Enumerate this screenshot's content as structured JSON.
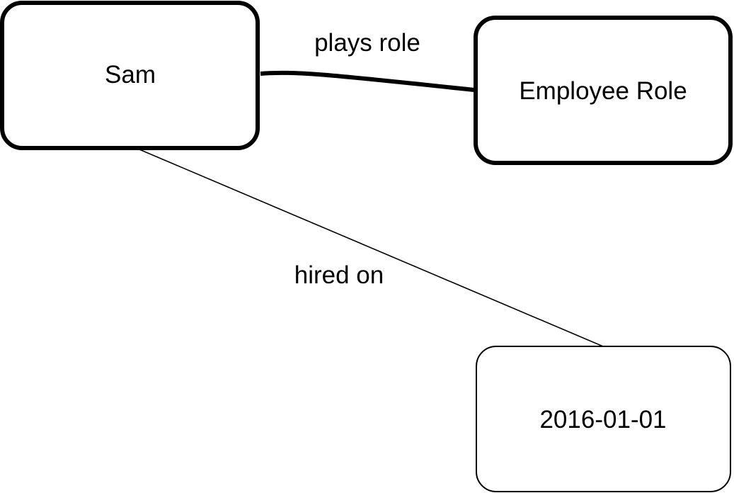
{
  "nodes": {
    "sam": {
      "label": "Sam"
    },
    "employee_role": {
      "label": "Employee Role"
    },
    "hire_date": {
      "label": "2016-01-01"
    }
  },
  "edges": {
    "plays_role": {
      "label": "plays role"
    },
    "hired_on": {
      "label": "hired on"
    }
  }
}
